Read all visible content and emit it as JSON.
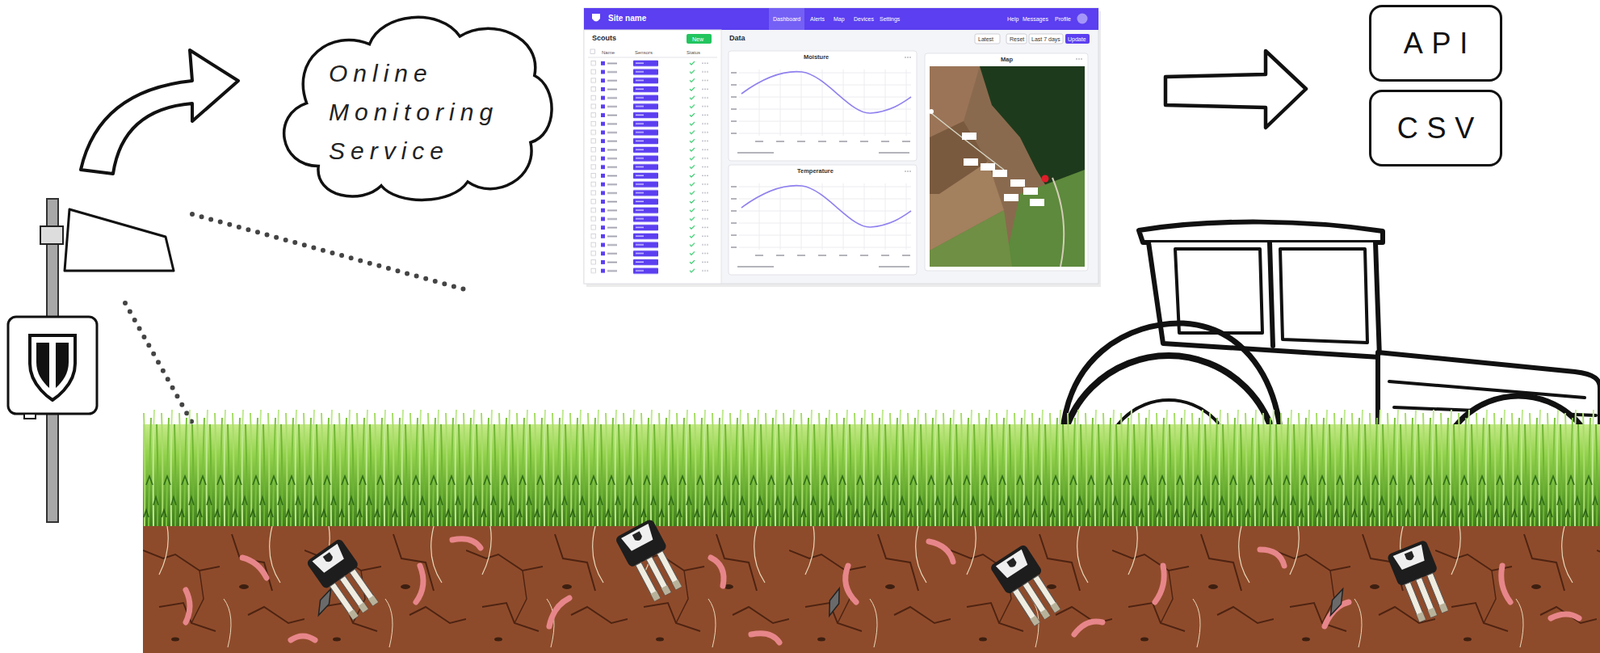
{
  "diagram": {
    "nodes": [
      {
        "text": [
          "Online Monitoring Service"
        ]
      },
      {
        "text": [
          "API"
        ]
      },
      {
        "text": [
          "CSV"
        ]
      }
    ],
    "labels": [
      "Site name",
      "Dashboard",
      "Alerts",
      "Map",
      "Devices",
      "Settings",
      "Help",
      "Messages",
      "Profile",
      "Scouts",
      "New",
      "Data",
      "Latest",
      "Reset",
      "Last 7 days",
      "Update",
      "Name",
      "Sensors",
      "Status",
      "Moisture",
      "Temperature",
      "Map"
    ]
  }
}
